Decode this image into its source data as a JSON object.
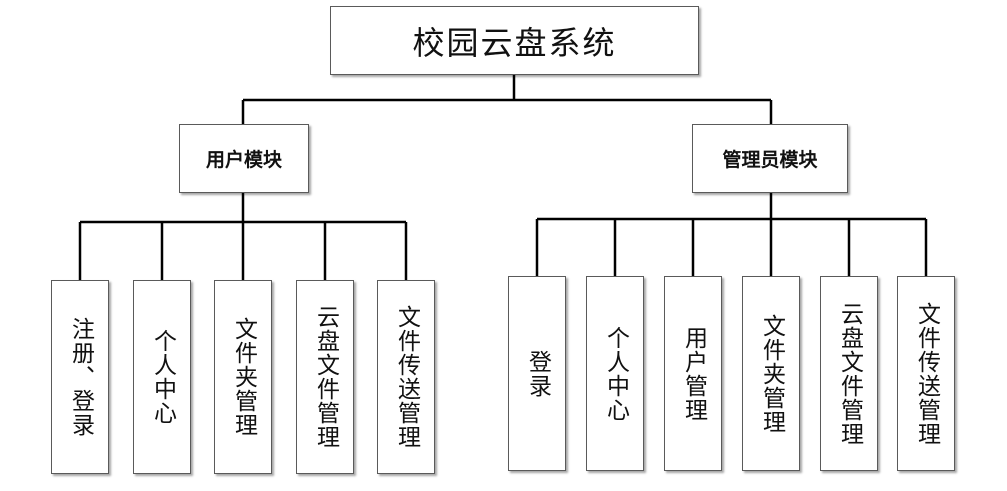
{
  "diagram": {
    "root": {
      "label": "校园云盘系统"
    },
    "user_module": {
      "label": "用户模块",
      "children": [
        "注册、登录",
        "个人中心",
        "文件夹管理",
        "云盘文件管理",
        "文件传送管理"
      ]
    },
    "admin_module": {
      "label": "管理员模块",
      "children": [
        "登录",
        "个人中心",
        "用户管理",
        "文件夹管理",
        "云盘文件管理",
        "文件传送管理"
      ]
    }
  }
}
